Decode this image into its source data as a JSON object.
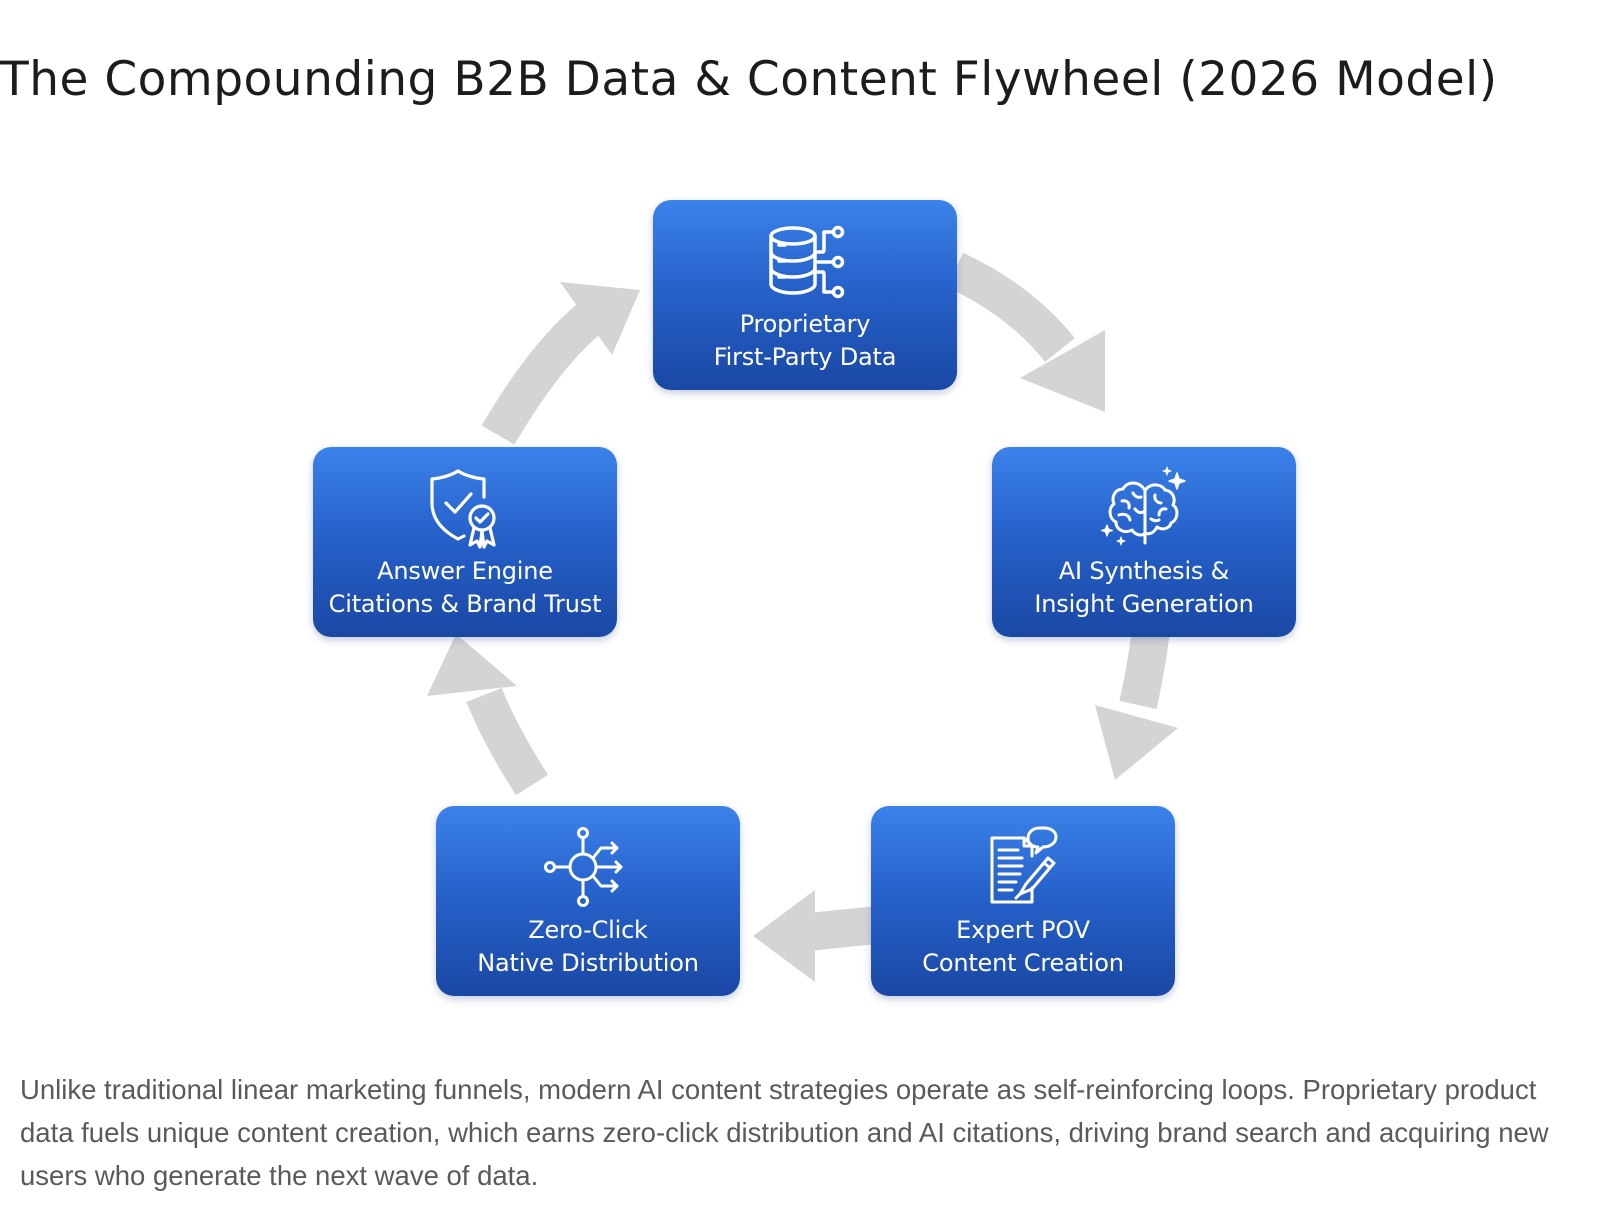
{
  "title": "The Compounding B2B Data & Content Flywheel (2026 Model)",
  "colors": {
    "node_top": "#3b82ea",
    "node_bottom": "#1a48a4",
    "arrow": "#d4d4d4",
    "title": "#1c1c1c",
    "caption": "#5a5a5a"
  },
  "nodes": [
    {
      "id": "data",
      "icon": "database-icon",
      "line1": "Proprietary",
      "line2": "First-Party Data"
    },
    {
      "id": "ai",
      "icon": "brain-sparkle-icon",
      "line1": "AI Synthesis &",
      "line2": "Insight Generation"
    },
    {
      "id": "expert",
      "icon": "document-pen-icon",
      "line1": "Expert POV",
      "line2": "Content Creation"
    },
    {
      "id": "distribution",
      "icon": "network-hub-icon",
      "line1": "Zero-Click",
      "line2": "Native Distribution"
    },
    {
      "id": "citations",
      "icon": "shield-badge-icon",
      "line1": "Answer Engine",
      "line2": "Citations & Brand Trust"
    }
  ],
  "caption": "Unlike traditional linear marketing funnels, modern AI content strategies operate as self-reinforcing loops. Proprietary product data fuels unique content creation, which earns zero-click distribution and AI citations, driving brand search and acquiring new users who generate the next wave of data."
}
